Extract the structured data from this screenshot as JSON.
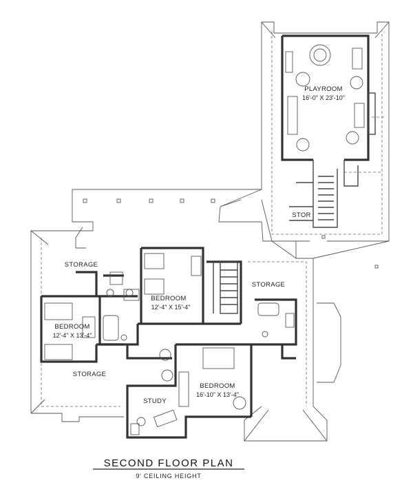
{
  "title": "SECOND FLOOR PLAN",
  "subtitle": "9' CEILING HEIGHT",
  "rooms": {
    "playroom": {
      "name": "PLAYROOM",
      "dims": "16'-0\" X 23'-10\""
    },
    "stor": {
      "name": "STOR"
    },
    "storage_upper_left": {
      "name": "STORAGE"
    },
    "storage_right": {
      "name": "STORAGE"
    },
    "storage_lower_left": {
      "name": "STORAGE"
    },
    "bedroom_center": {
      "name": "BEDROOM",
      "dims": "12'-4\" X 15'-4\""
    },
    "bedroom_left": {
      "name": "BEDROOM",
      "dims": "12'-4\" X 13'-4\""
    },
    "bedroom_master": {
      "name": "BEDROOM",
      "dims": "16'-10\" X 13'-4\""
    },
    "study": {
      "name": "STUDY"
    }
  }
}
